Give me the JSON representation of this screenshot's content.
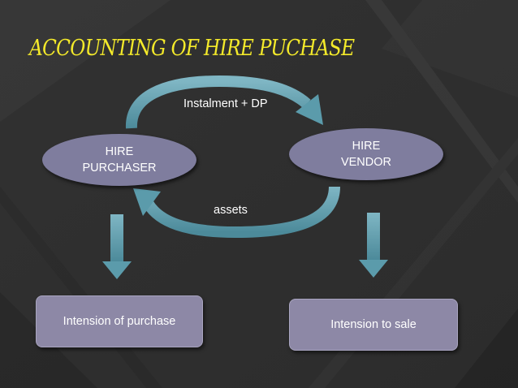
{
  "title": "ACCOUNTING OF HIRE PUCHASE",
  "diagram": {
    "nodes": {
      "purchaser": "HIRE\nPURCHASER",
      "vendor": "HIRE\nVENDOR",
      "purchase_box": "Intension of purchase",
      "sale_box": "Intension to sale"
    },
    "edges": {
      "top": "Instalment + DP",
      "bottom": "assets"
    }
  },
  "colors": {
    "title": "#f4ea2a",
    "node_fill": "#7f7d9e",
    "box_fill": "#8d88a6",
    "arrow_fill": "#5b9bab",
    "background": "#2f2f2f"
  }
}
